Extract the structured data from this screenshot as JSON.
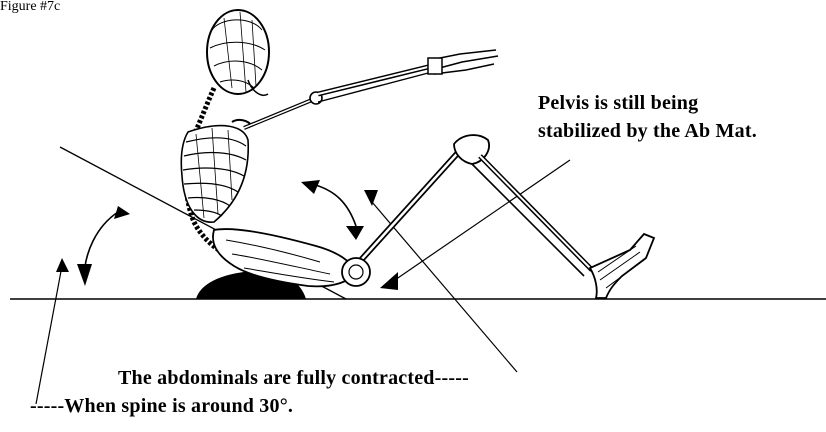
{
  "figure_label": "Figure #7c",
  "annotations": {
    "pelvis_line1": "Pelvis is still being",
    "pelvis_line2": "stabilized by the Ab Mat.",
    "abs_contracted": "The abdominals are fully contracted-----",
    "spine_angle": "-----When spine is around 30°."
  },
  "colors": {
    "ink": "#000000",
    "background": "#ffffff"
  },
  "icons": [
    "skeleton-illustration",
    "ab-mat-pad",
    "curved-double-arrow"
  ]
}
